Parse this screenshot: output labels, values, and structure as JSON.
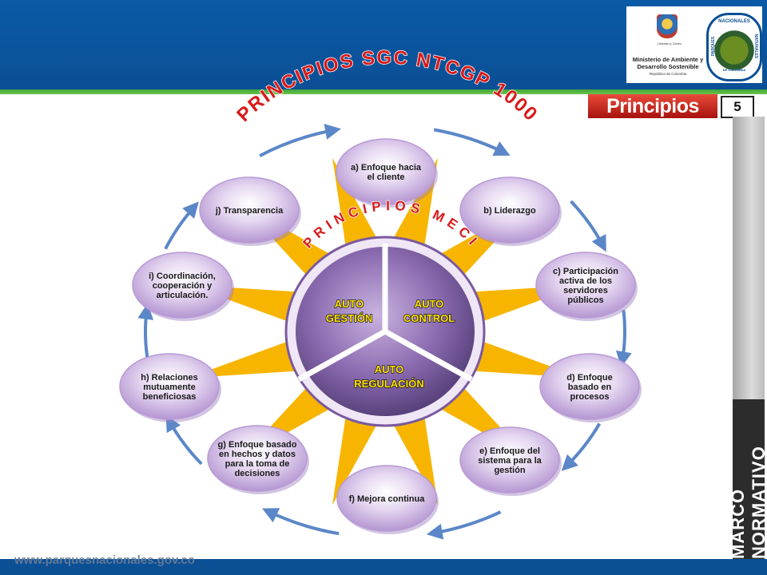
{
  "header": {
    "motto": "Libertad y Orden",
    "ministry": "Ministerio de Ambiente y Desarrollo Sostenible",
    "republic": "República de Colombia",
    "pnn_badge": {
      "top": "NACIONALES",
      "left": "PARQUES",
      "right": "NATURALES",
      "bottom": "DE COLOMBIA"
    }
  },
  "tag": {
    "label": "Principios",
    "number": "5"
  },
  "sidebar": {
    "label": "MARCO NORMATIVO"
  },
  "footer": {
    "url": "www.parquesnacionales.gov.co"
  },
  "diagram": {
    "outer_title": "PRINCIPIOS SGC NTCGP 1000",
    "inner_title": "PRINCIPIOS MECI",
    "hub": [
      {
        "lines": [
          "AUTO",
          "GESTIÓN"
        ]
      },
      {
        "lines": [
          "AUTO",
          "CONTROL"
        ]
      },
      {
        "lines": [
          "AUTO",
          "REGULACIÓN"
        ]
      }
    ],
    "principles": [
      {
        "lines": [
          "a) Enfoque hacia",
          "el cliente"
        ]
      },
      {
        "lines": [
          "b) Liderazgo"
        ]
      },
      {
        "lines": [
          "c) Participación",
          "activa de los",
          "servidores",
          "públicos"
        ]
      },
      {
        "lines": [
          "d) Enfoque",
          "basado en",
          "procesos"
        ]
      },
      {
        "lines": [
          "e) Enfoque del",
          "sistema para la",
          "gestión"
        ]
      },
      {
        "lines": [
          "f) Mejora continua"
        ]
      },
      {
        "lines": [
          "g) Enfoque basado",
          "en hechos y datos",
          "para la toma de",
          "decisiones"
        ]
      },
      {
        "lines": [
          "h) Relaciones",
          "mutuamente",
          "beneficiosas"
        ]
      },
      {
        "lines": [
          "i) Coordinación,",
          "cooperación y",
          "articulación."
        ]
      },
      {
        "lines": [
          "j) Transparencia"
        ]
      }
    ],
    "colors": {
      "ray": "#f7b500",
      "hub": "#8b6bb0",
      "node": "#d8c4ea",
      "arrow": "#5b87c8",
      "title": "#d81a1a"
    }
  }
}
